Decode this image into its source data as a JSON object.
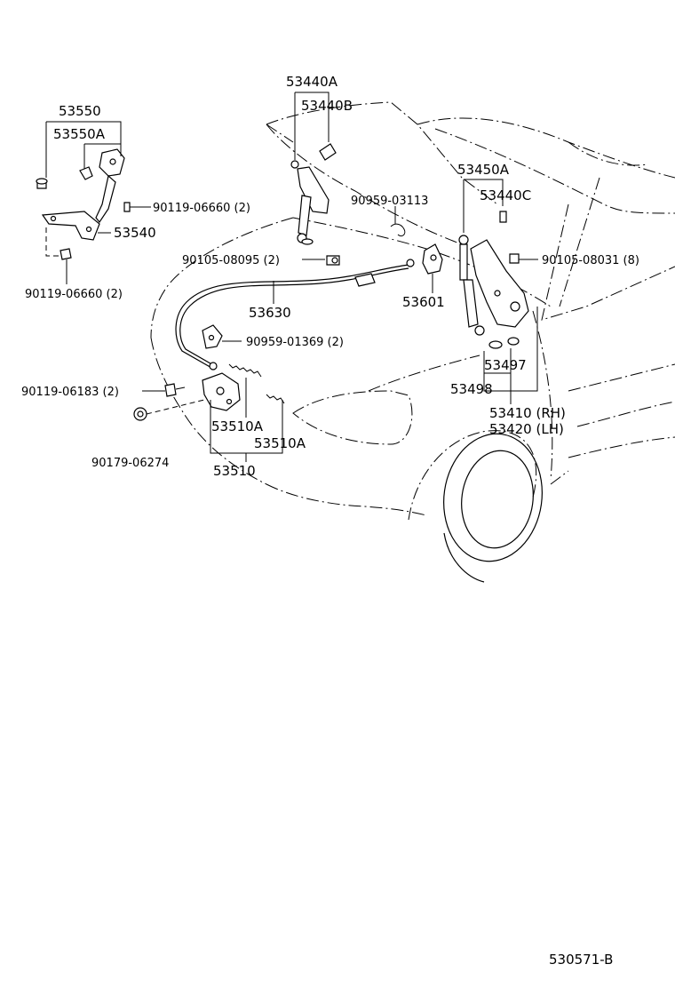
{
  "diagram": {
    "code": "530571-B",
    "labels": {
      "p53550": "53550",
      "p53550A": "53550A",
      "p53540": "53540",
      "p90119_06660_a": "90119-06660 (2)",
      "p90119_06660_b": "90119-06660 (2)",
      "p53440A": "53440A",
      "p53440B": "53440B",
      "p90959_03113": "90959-03113",
      "p90105_08095": "90105-08095 (2)",
      "p53630": "53630",
      "p53601": "53601",
      "p90959_01369": "90959-01369 (2)",
      "p90119_06183": "90119-06183 (2)",
      "p90179_06274": "90179-06274",
      "p53510A_a": "53510A",
      "p53510A_b": "53510A",
      "p53510": "53510",
      "p53450A": "53450A",
      "p53440C": "53440C",
      "p90105_08031": "90105-08031 (8)",
      "p53497": "53497",
      "p53498": "53498",
      "p53410": "53410 (RH)",
      "p53420": "53420 (LH)"
    }
  }
}
